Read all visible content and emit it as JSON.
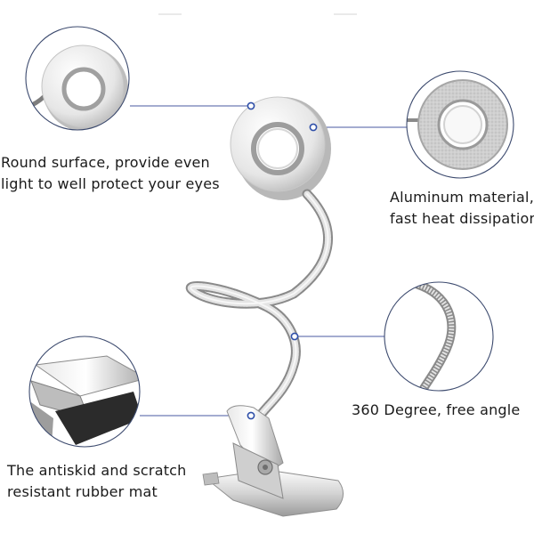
{
  "features": {
    "round_surface": {
      "line1": "Round surface, provide even",
      "line2": "light to well protect your eyes"
    },
    "aluminum": {
      "line1": "Aluminum material,",
      "line2": "fast heat dissipation"
    },
    "angle": {
      "line1": "360 Degree, free angle"
    },
    "rubber_mat": {
      "line1": "The antiskid and scratch",
      "line2": "resistant rubber mat"
    }
  },
  "colors": {
    "callout_line": "#4a5aa0",
    "callout_dot": "#2f4fa8",
    "detail_circle_border": "#3c4a6e",
    "metal_light": "#f2f2f2",
    "metal_mid": "#c8c8c8",
    "metal_dark": "#8e8e8e",
    "rubber_pad": "#2b2b2b"
  },
  "icons": [
    "led-ring-lamp-head",
    "gooseneck-arm",
    "spring-clip-base"
  ]
}
